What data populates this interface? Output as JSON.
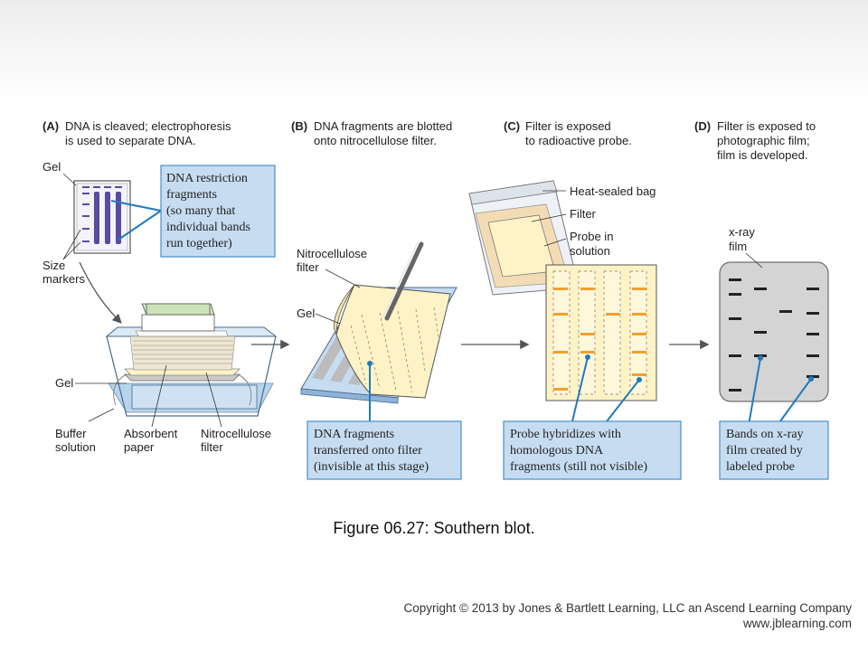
{
  "caption": "Figure 06.27: Southern blot.",
  "copyright": {
    "line1": "Copyright © 2013 by Jones & Bartlett Learning, LLC an Ascend Learning Company",
    "line2": "www.jblearning.com"
  },
  "steps": [
    {
      "letter": "(A)",
      "line1": "DNA is cleaved; electrophoresis",
      "line2": "is used to separate DNA.",
      "line3": ""
    },
    {
      "letter": "(B)",
      "line1": "DNA fragments are blotted",
      "line2": "onto nitrocellulose filter.",
      "line3": ""
    },
    {
      "letter": "(C)",
      "line1": "Filter is exposed",
      "line2": "to radioactive probe.",
      "line3": ""
    },
    {
      "letter": "(D)",
      "line1": "Filter is exposed to",
      "line2": "photographic film;",
      "line3": "film is developed."
    }
  ],
  "labels": {
    "gel_a": "Gel",
    "size_markers_1": "Size",
    "size_markers_2": "markers",
    "gel_stack": "Gel",
    "buffer_1": "Buffer",
    "buffer_2": "solution",
    "absorbent_1": "Absorbent",
    "absorbent_2": "paper",
    "nitro_stack_1": "Nitrocellulose",
    "nitro_stack_2": "filter",
    "nitro_b_1": "Nitrocellulose",
    "nitro_b_2": "filter",
    "gel_b": "Gel",
    "heat_bag": "Heat-sealed bag",
    "filter_c": "Filter",
    "probe_1": "Probe in",
    "probe_2": "solution",
    "xray_1": "x-ray",
    "xray_2": "film"
  },
  "callouts": {
    "restriction": [
      "DNA restriction",
      "fragments",
      "(so many that",
      "individual bands",
      "run together)"
    ],
    "transferred": [
      "DNA fragments",
      "transferred onto filter",
      "(invisible at this stage)"
    ],
    "hybridizes": [
      "Probe hybridizes with",
      "homologous DNA",
      "fragments (still not visible)"
    ],
    "bands": [
      "Bands on x-ray",
      "film created by",
      "labeled probe"
    ]
  },
  "colors": {
    "callout_fill": "#c6dcf1",
    "callout_border": "#4a90c8",
    "leader": "#1f7ac0",
    "gel_purple": "#5a4aa0",
    "filter_cream": "#fdf3c6",
    "probe_orange": "#f0a030",
    "film_gray": "#d4d4d4"
  }
}
